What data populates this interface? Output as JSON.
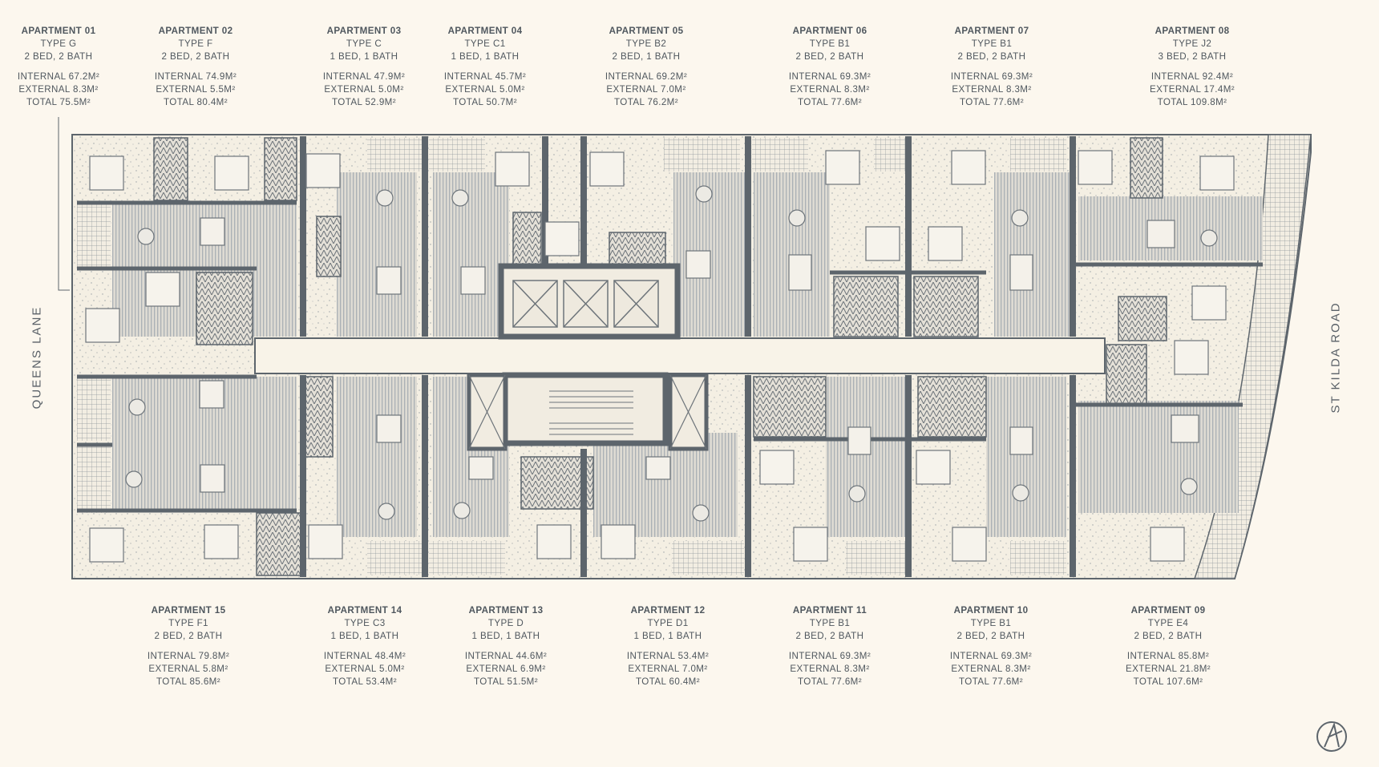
{
  "streets": {
    "left": "QUEENS LANE",
    "right": "ST KILDA ROAD"
  },
  "apartments_top": [
    {
      "name": "APARTMENT 01",
      "type": "TYPE G",
      "beds": "2 BED, 2 BATH",
      "internal": "INTERNAL 67.2M²",
      "external": "EXTERNAL 8.3M²",
      "total": "TOTAL 75.5M²"
    },
    {
      "name": "APARTMENT 02",
      "type": "TYPE F",
      "beds": "2 BED, 2 BATH",
      "internal": "INTERNAL 74.9M²",
      "external": "EXTERNAL 5.5M²",
      "total": "TOTAL 80.4M²"
    },
    {
      "name": "APARTMENT 03",
      "type": "TYPE C",
      "beds": "1 BED, 1 BATH",
      "internal": "INTERNAL 47.9M²",
      "external": "EXTERNAL 5.0M²",
      "total": "TOTAL 52.9M²"
    },
    {
      "name": "APARTMENT 04",
      "type": "TYPE C1",
      "beds": "1 BED, 1 BATH",
      "internal": "INTERNAL 45.7M²",
      "external": "EXTERNAL 5.0M²",
      "total": "TOTAL 50.7M²"
    },
    {
      "name": "APARTMENT 05",
      "type": "TYPE B2",
      "beds": "2 BED, 1 BATH",
      "internal": "INTERNAL 69.2M²",
      "external": "EXTERNAL 7.0M²",
      "total": "TOTAL 76.2M²"
    },
    {
      "name": "APARTMENT 06",
      "type": "TYPE B1",
      "beds": "2 BED, 2 BATH",
      "internal": "INTERNAL 69.3M²",
      "external": "EXTERNAL 8.3M²",
      "total": "TOTAL 77.6M²"
    },
    {
      "name": "APARTMENT 07",
      "type": "TYPE B1",
      "beds": "2 BED, 2 BATH",
      "internal": "INTERNAL 69.3M²",
      "external": "EXTERNAL 8.3M²",
      "total": "TOTAL 77.6M²"
    },
    {
      "name": "APARTMENT 08",
      "type": "TYPE J2",
      "beds": "3 BED, 2 BATH",
      "internal": "INTERNAL 92.4M²",
      "external": "EXTERNAL 17.4M²",
      "total": "TOTAL 109.8M²"
    }
  ],
  "apartments_bottom": [
    {
      "name": "APARTMENT 15",
      "type": "TYPE F1",
      "beds": "2 BED, 2 BATH",
      "internal": "INTERNAL 79.8M²",
      "external": "EXTERNAL 5.8M²",
      "total": "TOTAL 85.6M²"
    },
    {
      "name": "APARTMENT 14",
      "type": "TYPE C3",
      "beds": "1 BED, 1 BATH",
      "internal": "INTERNAL 48.4M²",
      "external": "EXTERNAL 5.0M²",
      "total": "TOTAL 53.4M²"
    },
    {
      "name": "APARTMENT 13",
      "type": "TYPE D",
      "beds": "1 BED, 1 BATH",
      "internal": "INTERNAL 44.6M²",
      "external": "EXTERNAL 6.9M²",
      "total": "TOTAL 51.5M²"
    },
    {
      "name": "APARTMENT 12",
      "type": "TYPE D1",
      "beds": "1 BED, 1 BATH",
      "internal": "INTERNAL 53.4M²",
      "external": "EXTERNAL 7.0M²",
      "total": "TOTAL 60.4M²"
    },
    {
      "name": "APARTMENT 11",
      "type": "TYPE B1",
      "beds": "2 BED, 2 BATH",
      "internal": "INTERNAL 69.3M²",
      "external": "EXTERNAL 8.3M²",
      "total": "TOTAL 77.6M²"
    },
    {
      "name": "APARTMENT 10",
      "type": "TYPE B1",
      "beds": "2 BED, 2 BATH",
      "internal": "INTERNAL 69.3M²",
      "external": "EXTERNAL 8.3M²",
      "total": "TOTAL 77.6M²"
    },
    {
      "name": "APARTMENT 09",
      "type": "TYPE E4",
      "beds": "2 BED, 2 BATH",
      "internal": "INTERNAL 85.8M²",
      "external": "EXTERNAL 21.8M²",
      "total": "TOTAL 107.6M²"
    }
  ],
  "colors": {
    "wall": "#5d656c",
    "background": "#fcf7ee",
    "terrace": "#ece6d8",
    "floor": "#d6d3cc",
    "text": "#4f575e"
  },
  "icons": {
    "north": "north-arrow-icon"
  }
}
